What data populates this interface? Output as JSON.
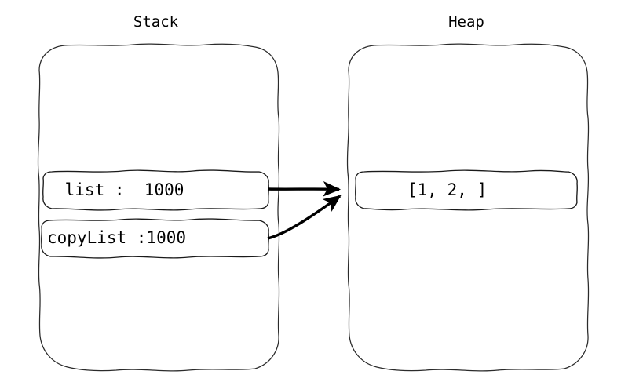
{
  "diagram": {
    "type": "memory-model-diagram",
    "style": "hand-drawn-sketch",
    "stroke_color": "#000000",
    "background_color": "#ffffff",
    "regions": [
      {
        "name": "stack",
        "title": "Stack",
        "slots": [
          {
            "name": "list-slot",
            "label": "list",
            "separator": ":",
            "value": "1000",
            "text": " list :  1000"
          },
          {
            "name": "copylist-slot",
            "label": "copyList",
            "separator": ":",
            "value": "1000",
            "text": "copyList :1000"
          }
        ]
      },
      {
        "name": "heap",
        "title": "Heap",
        "slots": [
          {
            "name": "heap-object-slot",
            "label": "list-object",
            "value": "[1, 2, ]",
            "text": "[1, 2, ]"
          }
        ]
      }
    ],
    "arrows": [
      {
        "name": "list-to-heap-arrow",
        "from": "list-slot",
        "to": "heap-object-slot",
        "shape": "horizontal"
      },
      {
        "name": "copylist-to-heap-arrow",
        "from": "copylist-slot",
        "to": "heap-object-slot",
        "shape": "diagonal"
      }
    ]
  }
}
